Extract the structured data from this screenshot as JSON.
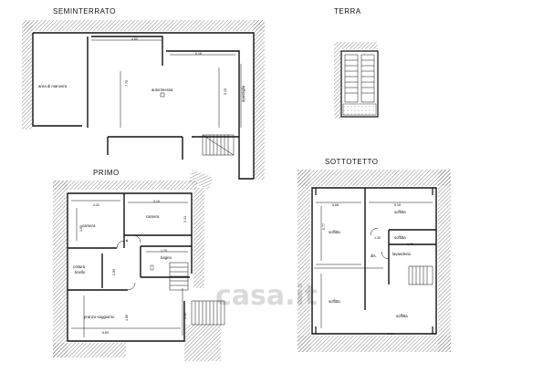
{
  "titles": {
    "seminterrato": "SEMINTERRATO",
    "terra": "TERRA",
    "primo": "PRIMO",
    "sottotetto": "SOTTOTETTO"
  },
  "seminterrato": {
    "rooms": {
      "manovra": "area di manovra",
      "autorimessa": "autorimessa",
      "ripostiglio": "ripostiglio"
    },
    "dims": {
      "d460": "4.60",
      "d516": "5.16",
      "d775": "7.75",
      "d515": "5.15"
    }
  },
  "primo": {
    "rooms": {
      "camera": "camera",
      "camera2": "camera",
      "bagno": "bagno",
      "cottura": "cottura",
      "tinello": "tinello",
      "pranzo": "pranzo-soggiorno"
    },
    "dims": {
      "d420": "4.20",
      "d310": "3.10",
      "d385": "3.85",
      "d343": "3.43",
      "d170": "1.70",
      "d280": "2.80",
      "d560": "5.60",
      "d515": "5.15",
      "d480": "4.80"
    }
  },
  "sottotetto": {
    "rooms": {
      "soffitta1": "soffitta",
      "soffitta2": "soffitta",
      "soffitta3": "soffitta",
      "soffitta4": "soffitta",
      "soffitta5": "soffitta",
      "dis": "dis.",
      "lavanderia": "lavanderia"
    },
    "dims": {
      "d566": "5.66",
      "d515": "5.15",
      "d130": "1.30",
      "d171": "1.71",
      "d577": "5.77"
    }
  },
  "watermark": "casa.it",
  "colors": {
    "line": "#111111",
    "hatch": "#555555"
  }
}
